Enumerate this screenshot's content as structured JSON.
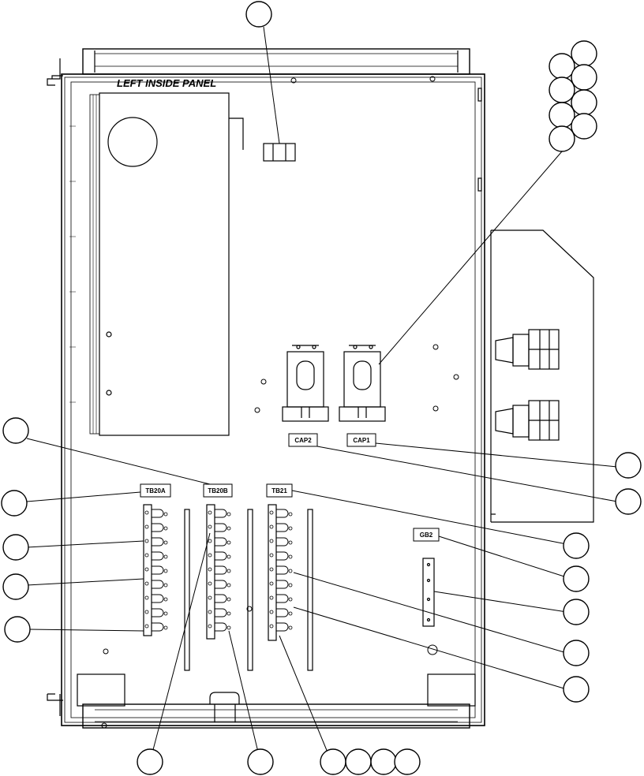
{
  "panel_title": "LEFT INSIDE PANEL",
  "component_labels": {
    "cap2": "CAP2",
    "cap1": "CAP1",
    "tb20a": "TB20A",
    "tb20b": "TB20B",
    "tb21": "TB21",
    "gb2": "GB2"
  },
  "colors": {
    "line": "#000000",
    "background": "#ffffff"
  }
}
